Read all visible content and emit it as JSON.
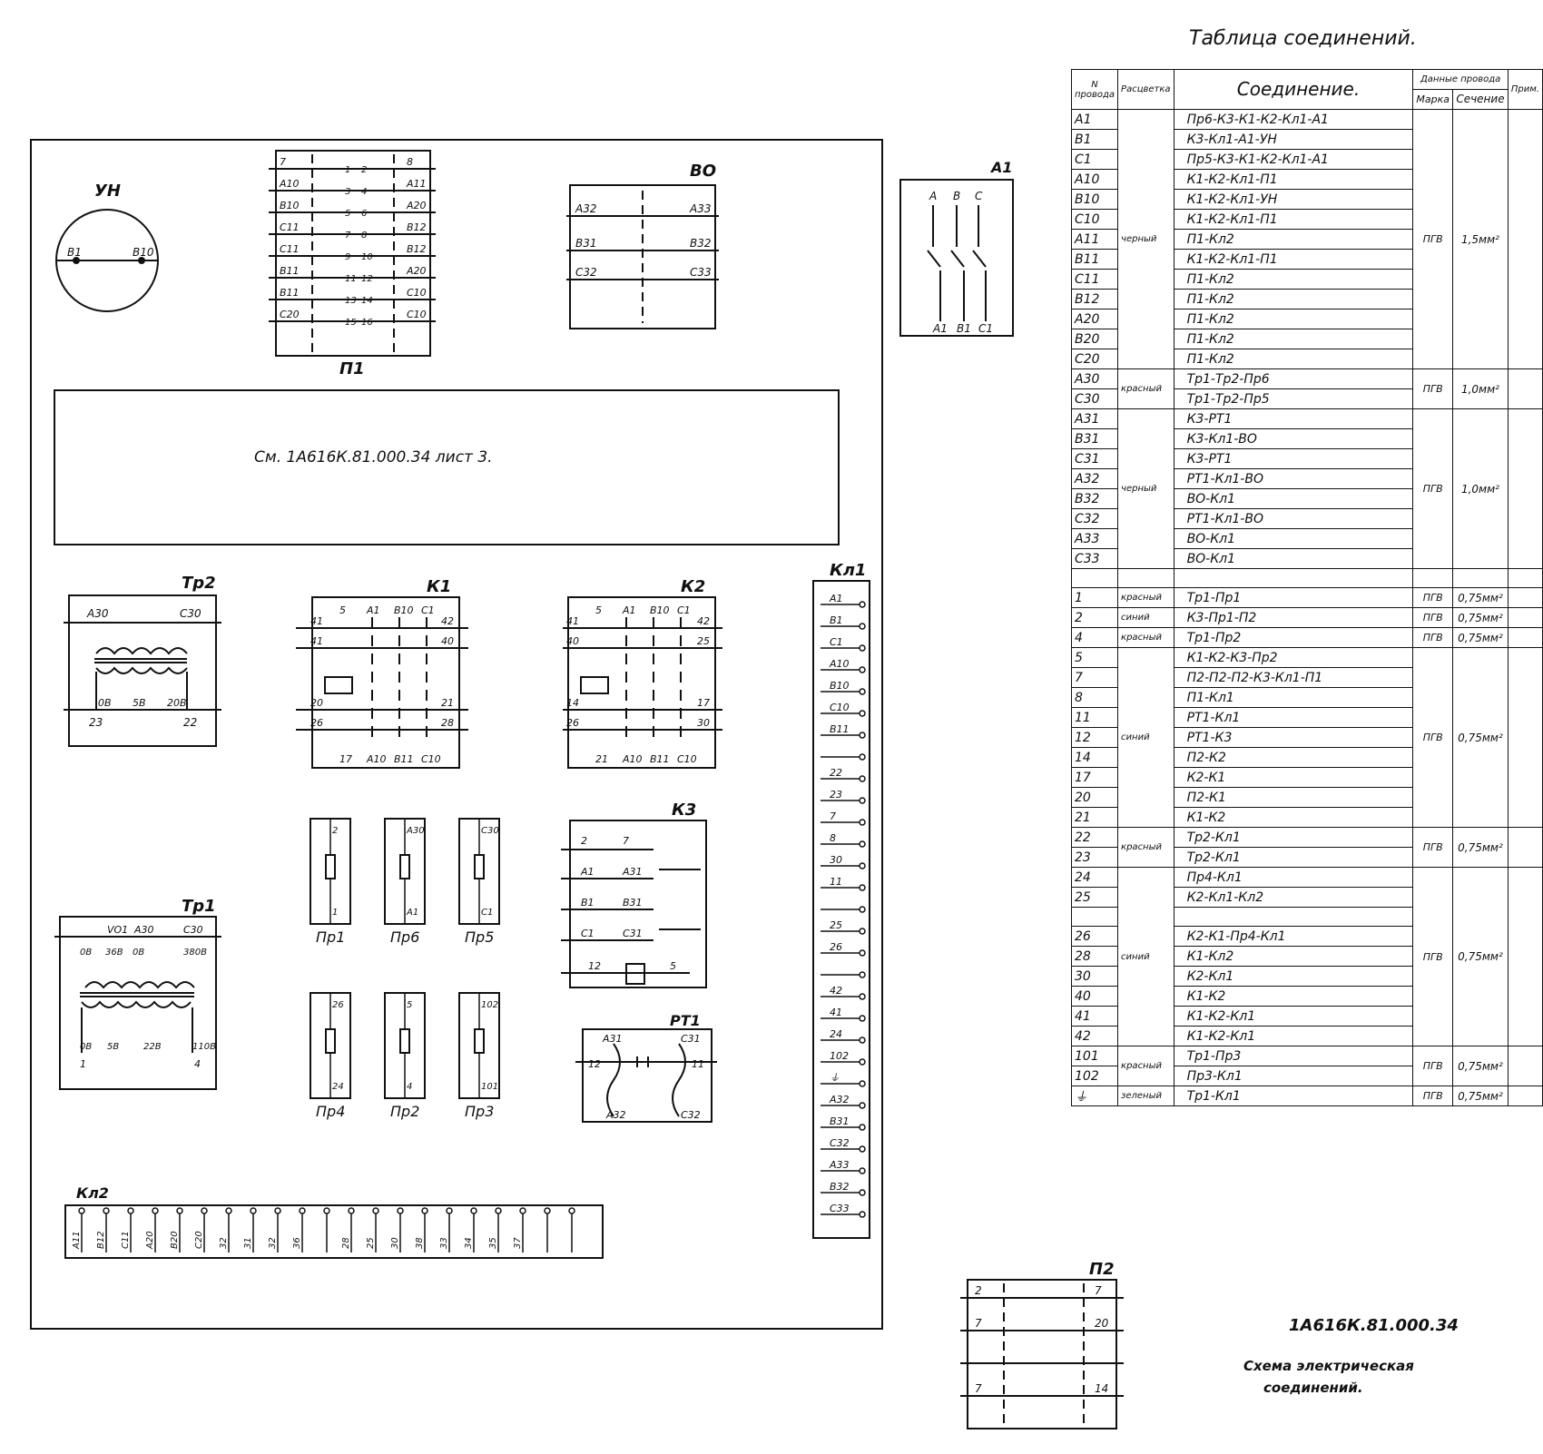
{
  "table_title": "Таблица соединений.",
  "table_headers": {
    "no": "N провода",
    "color": "Расцветка",
    "connection": "Соединение.",
    "wire_data": "Данные провода",
    "mark": "Марка",
    "section": "Сечение",
    "note": "Прим."
  },
  "rows": [
    {
      "no": "A1",
      "conn": "Пр6-К3-К1-К2-Кл1-А1"
    },
    {
      "no": "B1",
      "conn": "К3-Кл1-А1-УН"
    },
    {
      "no": "C1",
      "conn": "Пр5-К3-К1-К2-Кл1-А1"
    },
    {
      "no": "A10",
      "conn": "К1-К2-Кл1-П1"
    },
    {
      "no": "B10",
      "conn": "К1-К2-Кл1-УН"
    },
    {
      "no": "C10",
      "conn": "К1-К2-Кл1-П1"
    },
    {
      "no": "A11",
      "conn": "П1-Кл2"
    },
    {
      "no": "B11",
      "conn": "К1-К2-Кл1-П1"
    },
    {
      "no": "C11",
      "conn": "П1-Кл2"
    },
    {
      "no": "B12",
      "conn": "П1-Кл2"
    },
    {
      "no": "A20",
      "conn": "П1-Кл2"
    },
    {
      "no": "B20",
      "conn": "П1-Кл2"
    },
    {
      "no": "C20",
      "conn": "П1-Кл2"
    },
    {
      "no": "A30",
      "conn": "Тр1-Тр2-Пр6"
    },
    {
      "no": "C30",
      "conn": "Тр1-Тр2-Пр5"
    },
    {
      "no": "A31",
      "conn": "К3-РТ1"
    },
    {
      "no": "B31",
      "conn": "К3-Кл1-ВО"
    },
    {
      "no": "C31",
      "conn": "К3-РТ1"
    },
    {
      "no": "A32",
      "conn": "РТ1-Кл1-ВО"
    },
    {
      "no": "B32",
      "conn": "ВО-Кл1"
    },
    {
      "no": "C32",
      "conn": "РТ1-Кл1-ВО"
    },
    {
      "no": "A33",
      "conn": "ВО-Кл1"
    },
    {
      "no": "C33",
      "conn": "ВО-Кл1"
    },
    {
      "no": "",
      "conn": ""
    },
    {
      "no": "1",
      "conn": "Тр1-Пр1"
    },
    {
      "no": "2",
      "conn": "К3-Пр1-П2"
    },
    {
      "no": "4",
      "conn": "Тр1-Пр2"
    },
    {
      "no": "5",
      "conn": "К1-К2-К3-Пр2"
    },
    {
      "no": "7",
      "conn": "П2-П2-П2-К3-Кл1-П1"
    },
    {
      "no": "8",
      "conn": "П1-Кл1"
    },
    {
      "no": "11",
      "conn": "РТ1-Кл1"
    },
    {
      "no": "12",
      "conn": "РТ1-К3"
    },
    {
      "no": "14",
      "conn": "П2-К2"
    },
    {
      "no": "17",
      "conn": "К2-К1"
    },
    {
      "no": "20",
      "conn": "П2-К1"
    },
    {
      "no": "21",
      "conn": "К1-К2"
    },
    {
      "no": "22",
      "conn": "Тр2-Кл1"
    },
    {
      "no": "23",
      "conn": "Тр2-Кл1"
    },
    {
      "no": "24",
      "conn": "Пр4-Кл1"
    },
    {
      "no": "25",
      "conn": "К2-Кл1-Кл2"
    },
    {
      "no": "",
      "conn": ""
    },
    {
      "no": "26",
      "conn": "К2-К1-Пр4-Кл1"
    },
    {
      "no": "28",
      "conn": "К1-Кл2"
    },
    {
      "no": "30",
      "conn": "К2-Кл1"
    },
    {
      "no": "40",
      "conn": "К1-К2"
    },
    {
      "no": "41",
      "conn": "К1-К2-Кл1"
    },
    {
      "no": "42",
      "conn": "К1-К2-Кл1"
    },
    {
      "no": "101",
      "conn": "Тр1-Пр3"
    },
    {
      "no": "102",
      "conn": "Пр3-Кл1"
    },
    {
      "no": "⏚",
      "conn": "Тр1-Кл1"
    }
  ],
  "groups": [
    {
      "start": 0,
      "span": 13,
      "color": "черный",
      "mark": "ПГВ",
      "section": "1,5мм²"
    },
    {
      "start": 13,
      "span": 2,
      "color": "красный",
      "mark": "ПГВ",
      "section": "1,0мм²"
    },
    {
      "start": 15,
      "span": 8,
      "color": "черный",
      "mark": "ПГВ",
      "section": "1,0мм²"
    },
    {
      "start": 23,
      "span": 1,
      "color": "",
      "mark": "",
      "section": ""
    },
    {
      "start": 24,
      "span": 1,
      "color": "красный",
      "mark": "ПГВ",
      "section": "0,75мм²"
    },
    {
      "start": 25,
      "span": 1,
      "color": "синий",
      "mark": "ПГВ",
      "section": "0,75мм²"
    },
    {
      "start": 26,
      "span": 1,
      "color": "красный",
      "mark": "ПГВ",
      "section": "0,75мм²"
    },
    {
      "start": 27,
      "span": 9,
      "color": "синий",
      "mark": "ПГВ",
      "section": "0,75мм²"
    },
    {
      "start": 36,
      "span": 2,
      "color": "красный",
      "mark": "ПГВ",
      "section": "0,75мм²"
    },
    {
      "start": 38,
      "span": 9,
      "color": "синий",
      "mark": "ПГВ",
      "section": "0,75мм²"
    },
    {
      "start": 47,
      "span": 2,
      "color": "красный",
      "mark": "ПГВ",
      "section": "0,75мм²"
    },
    {
      "start": 49,
      "span": 1,
      "color": "зеленый",
      "mark": "ПГВ",
      "section": "0,75мм²"
    }
  ],
  "reference_note": "См. 1А616К.81.000.34 лист 3.",
  "doc_code": "1А616К.81.000.34",
  "doc_name_line1": "Схема электрическая",
  "doc_name_line2": "соединений.",
  "labels": {
    "un": "УН",
    "un_b1": "В1",
    "un_b10": "В10",
    "p1": "П1",
    "p2": "П2",
    "vo": "ВО",
    "a1": "А1",
    "tr1": "Тр1",
    "tr2": "Тр2",
    "k1": "К1",
    "k2": "К2",
    "k3": "К3",
    "rt1": "РТ1",
    "kl1": "Кл1",
    "kl2": "Кл2",
    "pr1": "Пр1",
    "pr2": "Пр2",
    "pr3": "Пр3",
    "pr4": "Пр4",
    "pr5": "Пр5",
    "pr6": "Пр6"
  },
  "kl1_terminals": [
    "A1",
    "B1",
    "C1",
    "A10",
    "B10",
    "C10",
    "B11",
    "",
    "22",
    "23",
    "7",
    "8",
    "30",
    "11",
    "",
    "25",
    "26",
    "",
    "42",
    "41",
    "24",
    "102",
    "⏚",
    "A32",
    "B31",
    "C32",
    "A33",
    "B32",
    "C33"
  ],
  "kl2_terminals": [
    "A11",
    "B12",
    "C11",
    "A20",
    "B20",
    "C20",
    "32",
    "31",
    "32",
    "36",
    "",
    "28",
    "25",
    "30",
    "38",
    "33",
    "34",
    "35",
    "37",
    "",
    ""
  ],
  "p1_left": [
    "7",
    "A10",
    "B10",
    "C11",
    "C11",
    "B11",
    "B11",
    "C20"
  ],
  "p1_right": [
    "8",
    "A11",
    "A20",
    "B12",
    "B12",
    "A20",
    "C10",
    "C10"
  ],
  "p1_nums_left": [
    "1",
    "3",
    "5",
    "7",
    "9",
    "11",
    "13",
    "15"
  ],
  "p1_nums_right": [
    "2",
    "4",
    "6",
    "8",
    "10",
    "12",
    "14",
    "16"
  ],
  "p2_left": [
    "2",
    "7",
    "",
    "7"
  ],
  "p2_right": [
    "7",
    "20",
    "",
    "14"
  ],
  "vo_left": [
    "A32",
    "B31",
    "C32"
  ],
  "vo_right": [
    "A33",
    "B32",
    "C33"
  ],
  "a1_top": [
    "A",
    "B",
    "C"
  ],
  "a1_bottom": [
    "A1",
    "B1",
    "C1"
  ],
  "tr2_top": [
    "A30",
    "C30"
  ],
  "tr2_mid": [
    "0B",
    "5B",
    "20B"
  ],
  "tr2_bottom": [
    "23",
    "22"
  ],
  "tr1_top": [
    "VO1",
    "A30",
    "C30"
  ],
  "tr1_upper": [
    "0B",
    "36B",
    "0B",
    "380B"
  ],
  "tr1_lower": [
    "0B",
    "5B",
    "22B",
    "110B"
  ],
  "tr1_bottom": [
    "1",
    "4"
  ],
  "k1_top": [
    "5",
    "A1",
    "B10",
    "C1"
  ],
  "k1_left": [
    "41",
    "41",
    "20",
    "26"
  ],
  "k1_right": [
    "42",
    "40",
    "21",
    "28"
  ],
  "k1_bottom": [
    "17",
    "A10",
    "B11",
    "C10"
  ],
  "k2_top": [
    "5",
    "A1",
    "B10",
    "C1"
  ],
  "k2_left": [
    "41",
    "40",
    "14",
    "26"
  ],
  "k2_right": [
    "42",
    "25",
    "17",
    "30"
  ],
  "k2_bottom": [
    "21",
    "A10",
    "B11",
    "C10"
  ],
  "k3_labels": [
    "2",
    "7",
    "A1",
    "A31",
    "B1",
    "B31",
    "C1",
    "C31",
    "12",
    "5"
  ],
  "rt1_labels": [
    "A31",
    "C31",
    "12",
    "11",
    "A32",
    "C32"
  ],
  "fuses": [
    {
      "name": "Пр1",
      "top": "2",
      "bottom": "1"
    },
    {
      "name": "Пр6",
      "top": "A30",
      "bottom": "A1"
    },
    {
      "name": "Пр5",
      "top": "C30",
      "bottom": "C1"
    },
    {
      "name": "Пр4",
      "top": "26",
      "bottom": "24"
    },
    {
      "name": "Пр2",
      "top": "5",
      "bottom": "4"
    },
    {
      "name": "Пр3",
      "top": "102",
      "bottom": "101"
    }
  ]
}
